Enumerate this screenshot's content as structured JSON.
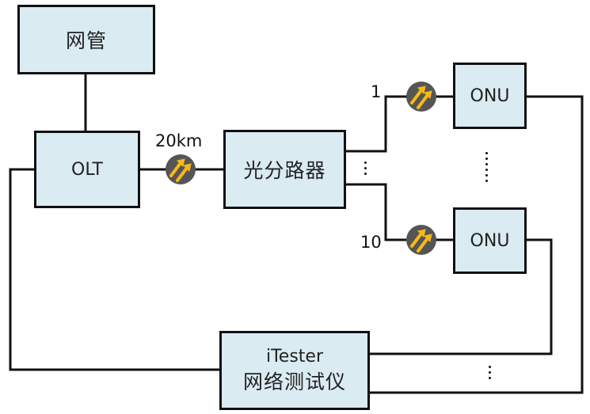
{
  "nodes": {
    "nms": {
      "label": "网管"
    },
    "olt": {
      "label": "OLT"
    },
    "splitter": {
      "label": "光分路器"
    },
    "onu_first": {
      "label": "ONU"
    },
    "onu_last": {
      "label": "ONU"
    },
    "tester": {
      "label_line1": "iTester",
      "label_line2": "网络测试仪"
    }
  },
  "labels": {
    "fiber_distance": "20km",
    "port_first": "1",
    "port_last": "10"
  },
  "icons": {
    "fiber_icon": "optical-fiber-arrows-icon"
  },
  "colors": {
    "box_fill": "#daebf2",
    "line": "#111111",
    "icon_bg": "#555555",
    "icon_arrow": "#f7b917"
  }
}
